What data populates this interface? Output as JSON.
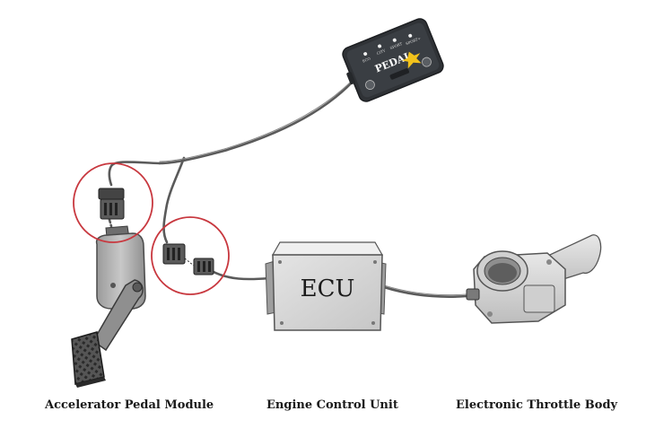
{
  "labels": {
    "pedal": "Accelerator Pedal Module",
    "ecu_unit": "Engine Control Unit",
    "throttle": "Electronic Throttle Body"
  },
  "ecu_box_text": "ECU",
  "controller": {
    "brand_text": "PEDAL",
    "small_labels": [
      "ECO",
      "CITY",
      "SPORT",
      "SPORT+"
    ]
  },
  "colors": {
    "highlight_circle": "#c8383f",
    "cable": "#555555",
    "ecu_body": "#d6d6d6",
    "controller_body": "#2f3236",
    "controller_accent": "#f2c21b"
  },
  "icons": [
    "accelerator-pedal-icon",
    "ecu-box-icon",
    "throttle-body-icon",
    "pedal-controller-icon",
    "connector-icon"
  ]
}
